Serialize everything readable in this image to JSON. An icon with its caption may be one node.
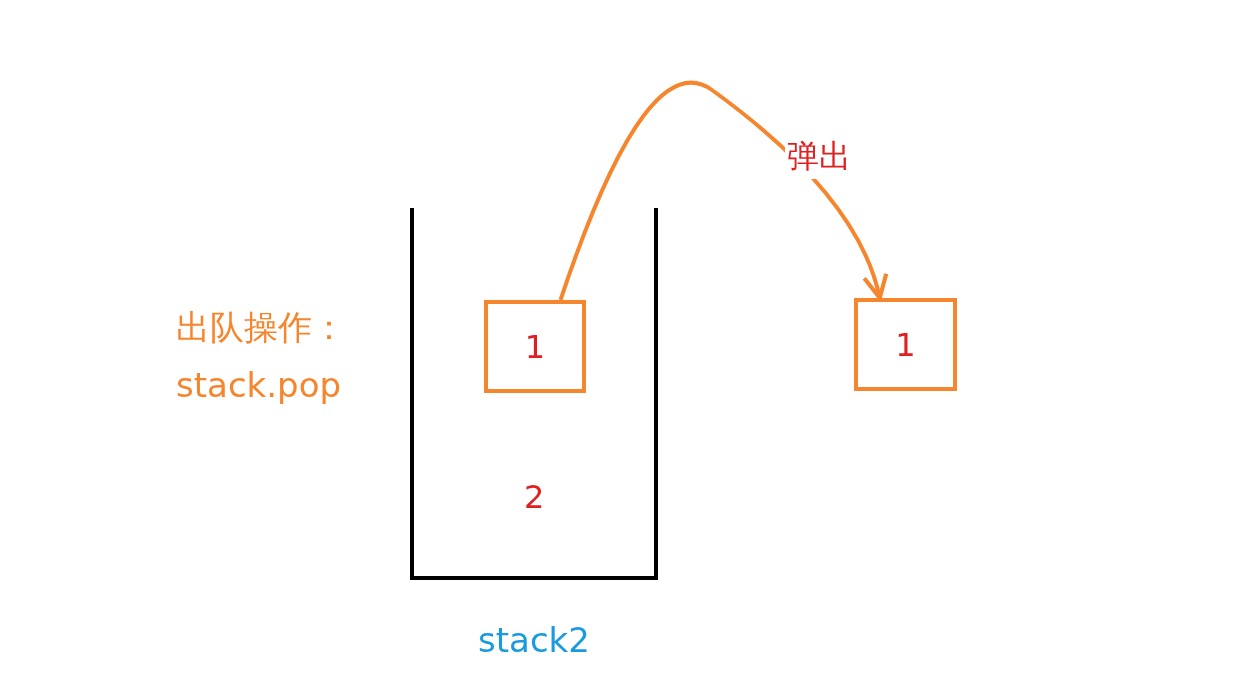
{
  "diagram": {
    "nodes": [
      {
        "text": [
          "stack2"
        ]
      },
      {
        "text": [
          "1"
        ],
        "in": 0
      },
      {
        "text": [
          "1"
        ]
      }
    ],
    "edges": [
      {
        "from": 1,
        "to": 2,
        "arrow": "to",
        "label": "弹出",
        "color": "#f5862e"
      }
    ],
    "labels": [
      "出队操作：",
      "stack.pop",
      "2"
    ]
  }
}
